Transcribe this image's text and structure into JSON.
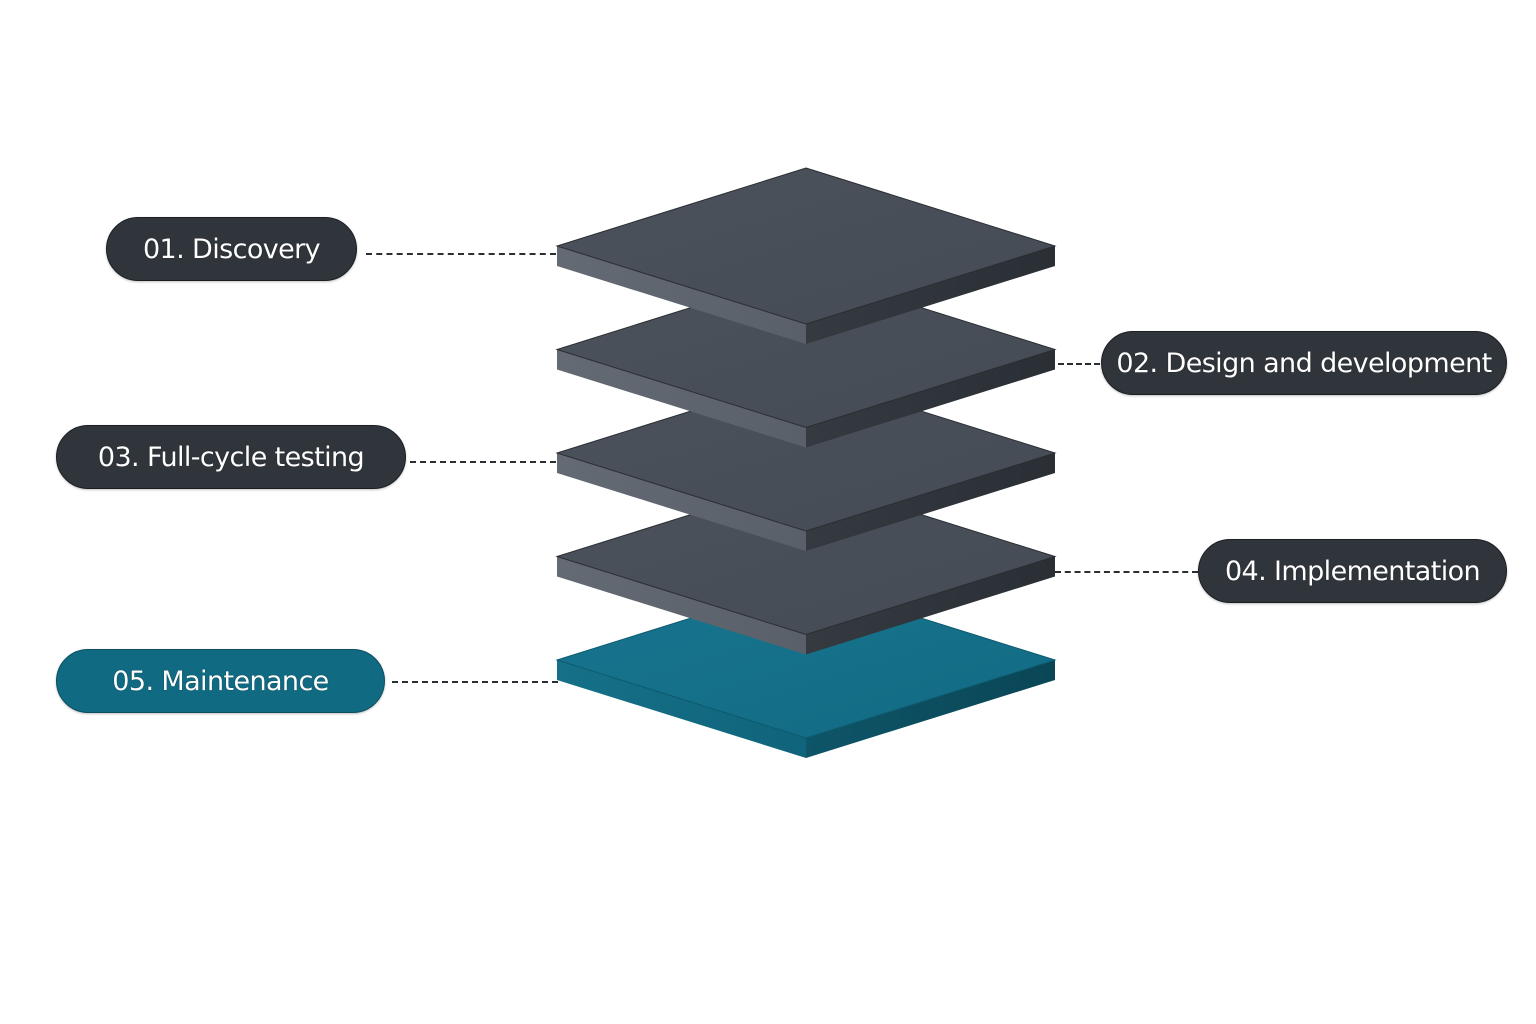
{
  "diagram": {
    "type": "stacked-layers",
    "colors": {
      "layer_top": "#4a5059",
      "layer_top_light": "#555c66",
      "layer_left_side": "#5f656e",
      "layer_right_side": "#2f343b",
      "accent_top": "#16708a",
      "accent_left_side": "#136c84",
      "accent_right_side": "#0b4a5c",
      "pill_dark": "#30353b",
      "pill_accent": "#106a82",
      "text": "#ffffff"
    },
    "stages": [
      {
        "number": "01",
        "label": "01. Discovery",
        "side": "left",
        "highlight": false
      },
      {
        "number": "02",
        "label": "02. Design and development",
        "side": "right",
        "highlight": false
      },
      {
        "number": "03",
        "label": "03. Full-cycle testing",
        "side": "left",
        "highlight": false
      },
      {
        "number": "04",
        "label": "04. Implementation",
        "side": "right",
        "highlight": false
      },
      {
        "number": "05",
        "label": "05. Maintenance",
        "side": "left",
        "highlight": true
      }
    ]
  }
}
